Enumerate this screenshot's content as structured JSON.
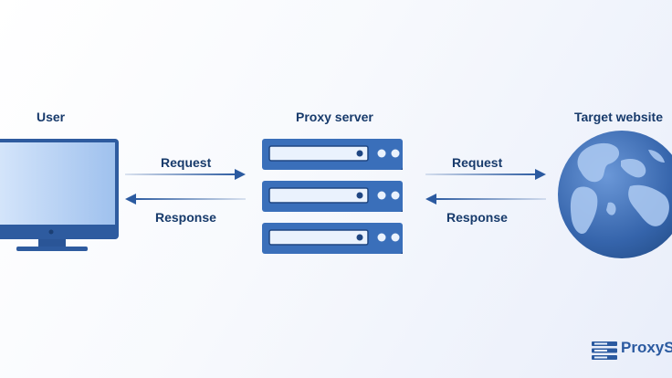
{
  "nodes": {
    "user": {
      "title": "User"
    },
    "proxy": {
      "title": "Proxy server"
    },
    "target": {
      "title": "Target website"
    }
  },
  "flows": {
    "left_request": "Request",
    "left_response": "Response",
    "right_request": "Request",
    "right_response": "Response"
  },
  "brand": {
    "name": "ProxyS"
  },
  "colors": {
    "primary": "#2b5aa0",
    "dark": "#173a6b",
    "light": "#a9c7f0"
  },
  "icons": [
    "monitor-icon",
    "server-rack-icon",
    "globe-icon",
    "arrow-right-icon",
    "arrow-left-icon",
    "logo-icon"
  ]
}
